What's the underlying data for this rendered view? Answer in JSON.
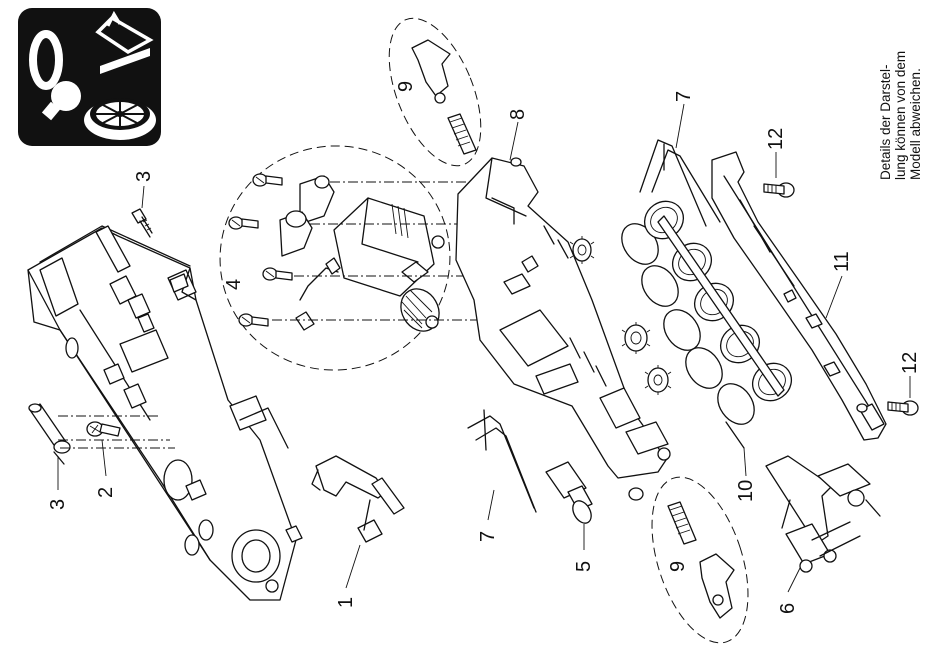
{
  "note": {
    "lines": [
      "Details der Darstel-",
      "lung können von dem",
      "Modell abweichen."
    ]
  },
  "callouts": {
    "c1": "1",
    "c2": "2",
    "c3a": "3",
    "c3b": "3",
    "c4": "4",
    "c5": "5",
    "c6": "6",
    "c7a": "7",
    "c7b": "7",
    "c8": "8",
    "c9a": "9",
    "c9b": "9",
    "c10": "10",
    "c11": "11",
    "c12a": "12",
    "c12b": "12"
  },
  "icons": [
    "symbol-0-icon",
    "pantograph-icon",
    "light-bulb-icon",
    "wheel-icon"
  ],
  "colors": {
    "badge": "#111111",
    "line": "#111111",
    "paper": "#ffffff"
  }
}
